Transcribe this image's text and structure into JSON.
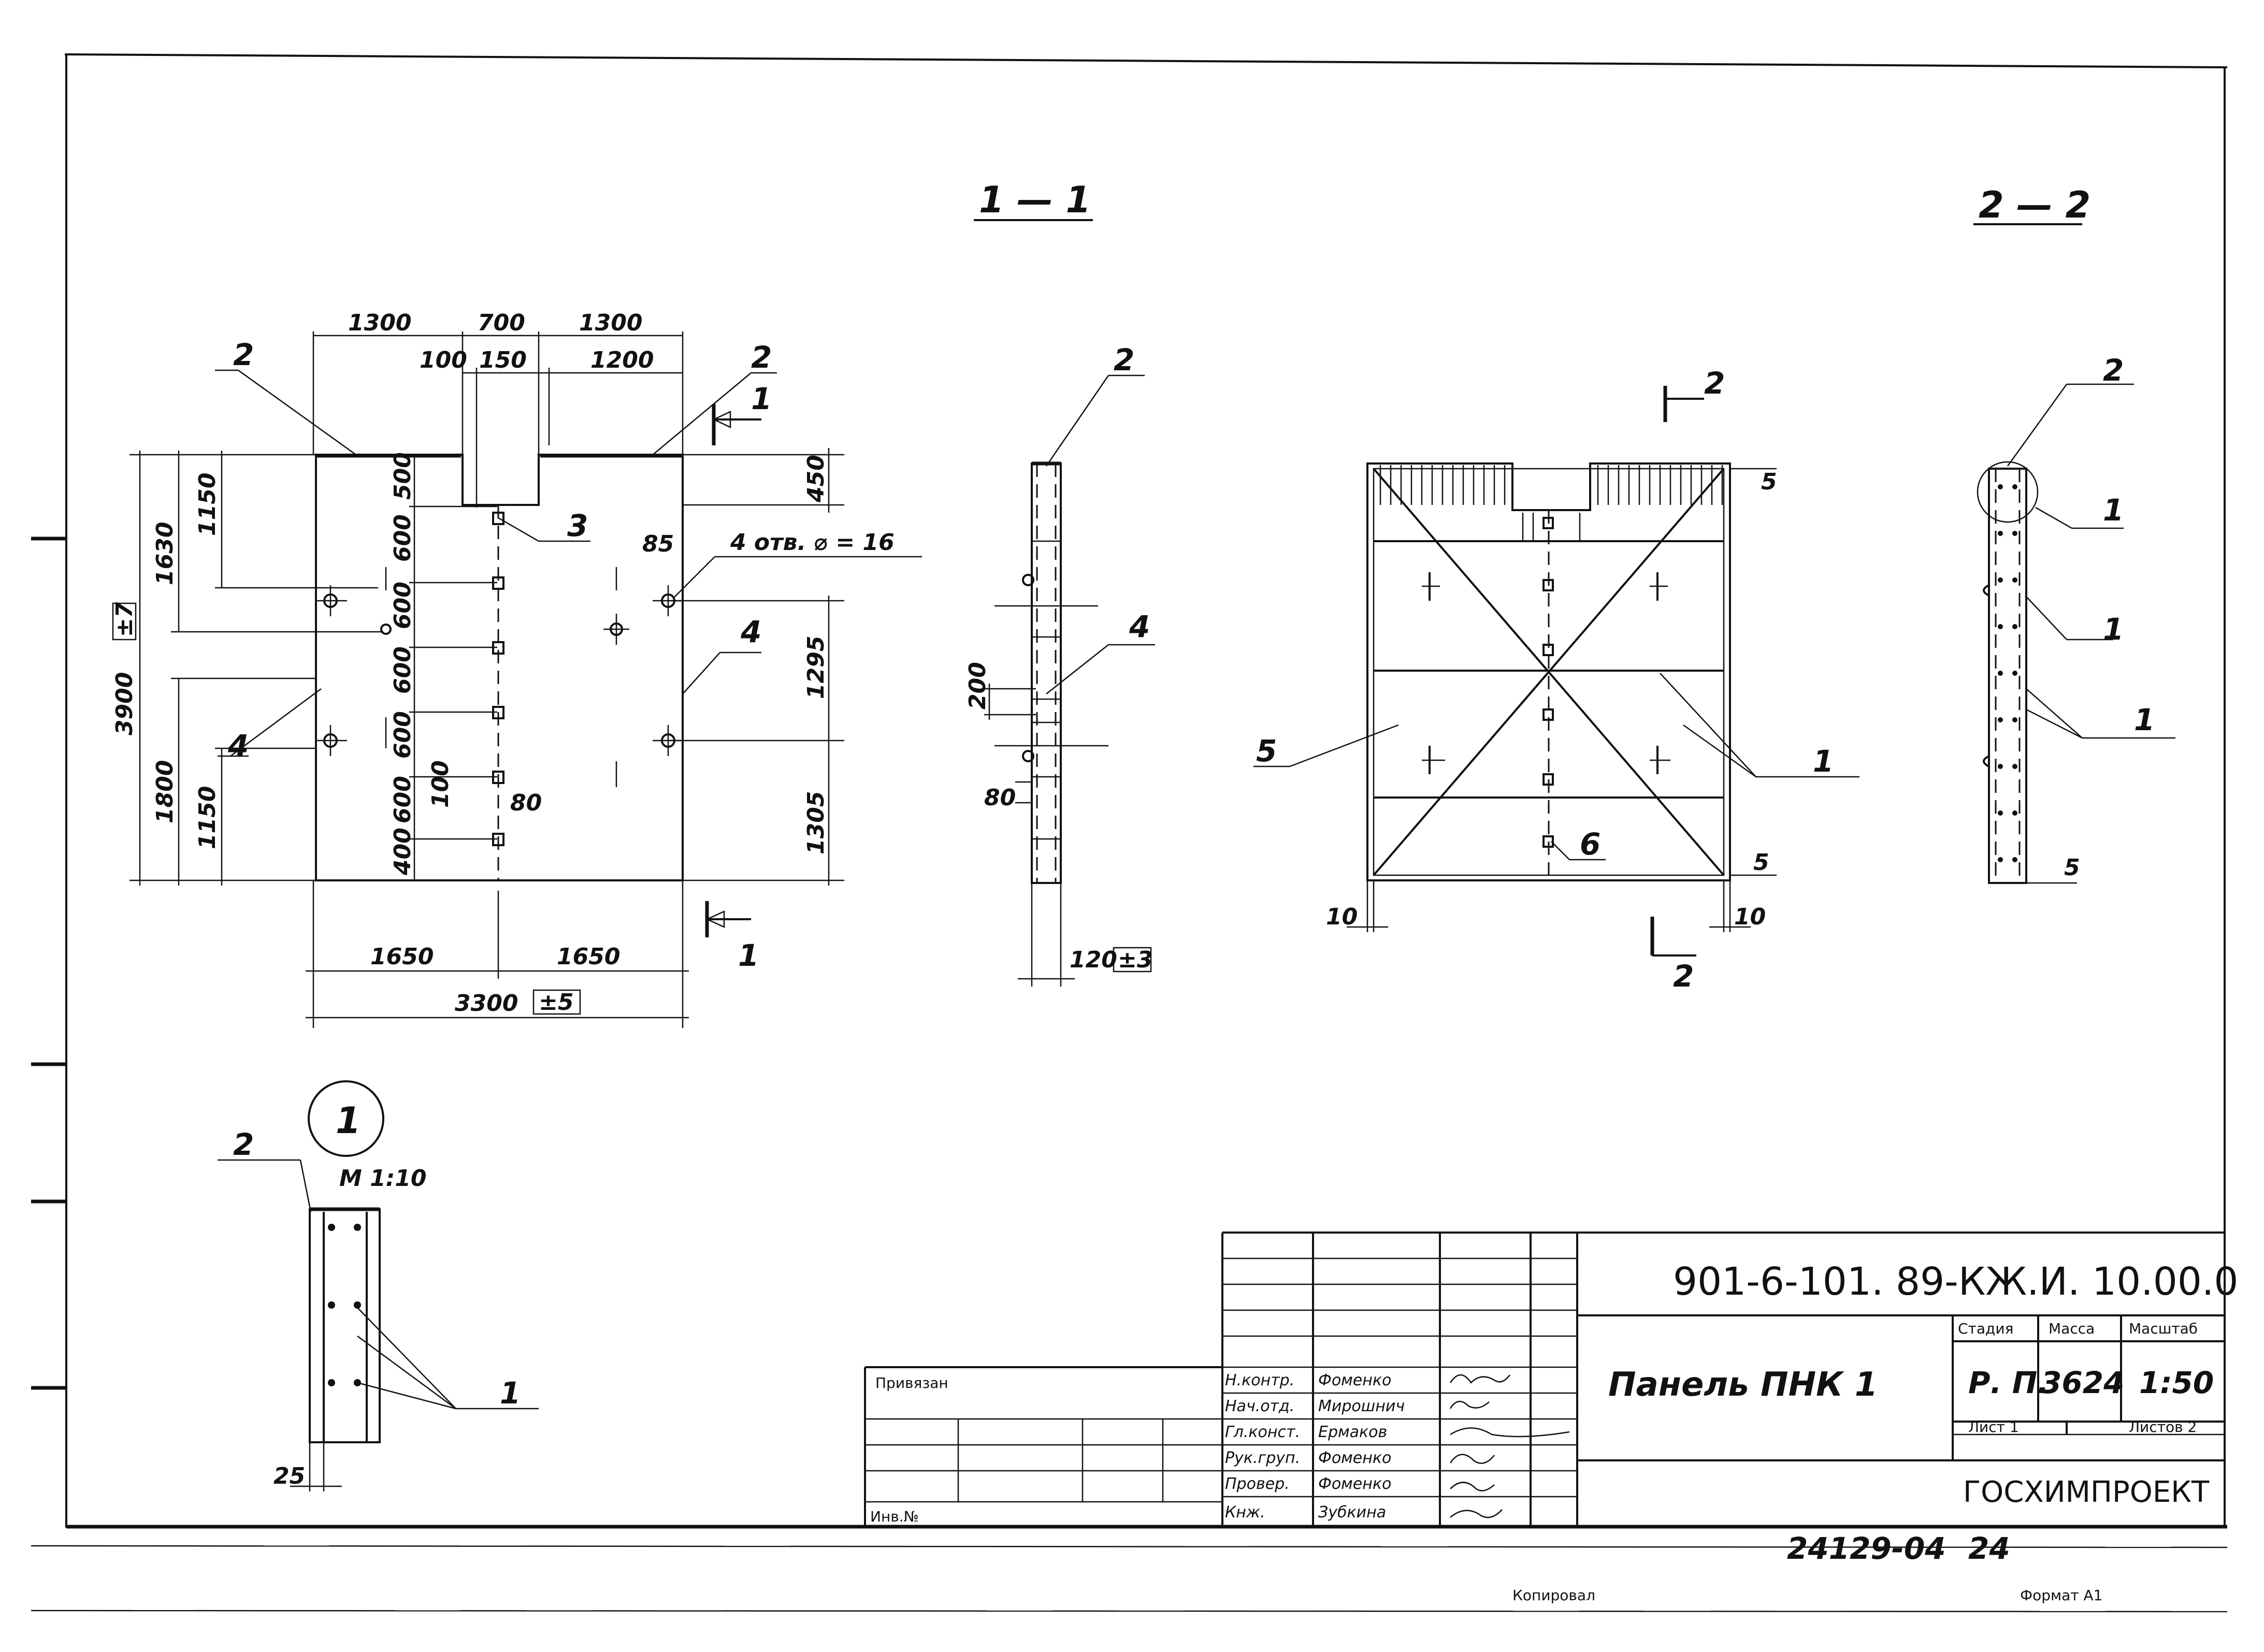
{
  "section_1_1": {
    "title": "1 — 1",
    "dims_top": [
      "1300",
      "700",
      "1300"
    ],
    "dims_top2": [
      "100",
      "150",
      "1200"
    ],
    "dims_left": [
      "3900",
      "1630",
      "1150",
      "1800",
      "1150"
    ],
    "tol_left": "±7",
    "dims_right": [
      "450",
      "1295",
      "1305"
    ],
    "dims_inner": [
      "500",
      "600",
      "600",
      "600",
      "600",
      "600",
      "400",
      "100",
      "80",
      "85"
    ],
    "dims_bottom": [
      "1650",
      "1650"
    ],
    "dim_total": "3300",
    "tol_total": "±5",
    "holes_note": "4 отв. ⌀ = 16",
    "callouts": [
      "2",
      "2",
      "3",
      "4",
      "4"
    ],
    "cut_marks": [
      "1",
      "1"
    ]
  },
  "side_view": {
    "callouts": [
      "2",
      "4"
    ],
    "dims": [
      "200",
      "80"
    ],
    "thickness": "120",
    "tol": "±3"
  },
  "rebar_view": {
    "callouts": [
      "5",
      "1",
      "6"
    ],
    "cut_marks": [
      "2",
      "2"
    ],
    "dims": [
      "10",
      "10"
    ],
    "cover_marks": [
      "5",
      "5"
    ]
  },
  "section_2_2": {
    "title": "2 — 2",
    "callouts": [
      "2",
      "1",
      "1",
      "1"
    ],
    "cover_mark": "5"
  },
  "detail_1": {
    "mark": "1",
    "scale": "М 1:10",
    "callouts": [
      "2",
      "1"
    ],
    "dim": "25"
  },
  "title_block": {
    "doc_code": "901-6-101. 89-КЖ.И. 10.00.0",
    "title": "Панель ПНК 1",
    "stage_label": "Стадия",
    "mass_label": "Масса",
    "scale_label": "Масштаб",
    "stage": "Р. П.",
    "mass": "3624",
    "scale": "1:50",
    "sheet_label": "Лист 1",
    "sheets_label": "Листов 2",
    "org": "ГОСХИМПРОЕКТ",
    "privyazan": "Привязан",
    "inv": "Инв.№",
    "roles": [
      "Н.контр.",
      "Нач.отд.",
      "Гл.конст.",
      "Рук.груп.",
      "Провер.",
      "Кнж."
    ],
    "names": [
      "Фоменко",
      "Мирошнич",
      "Ермаков",
      "Фоменко",
      "Фоменко",
      "Зубкина"
    ]
  },
  "footer": {
    "number": "24129-04",
    "page": "24",
    "copied": "Копировал",
    "format": "Формат А1"
  }
}
